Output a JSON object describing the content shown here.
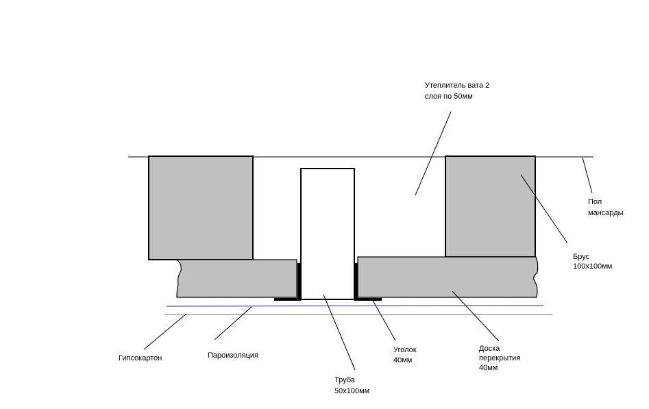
{
  "labels": {
    "insulation": [
      "Утеплитель вата  2",
      "слоя по 50мм"
    ],
    "attic_floor": [
      "Пол",
      "мансарды"
    ],
    "beam": [
      "Брус",
      "100x100мм"
    ],
    "floor_board": [
      "Доска",
      "перекрытия",
      "40мм"
    ],
    "angle": [
      "Уголок",
      "40мм"
    ],
    "pipe": [
      "Труба",
      "50x100мм"
    ],
    "vapor_barrier": [
      "Пароизоляция"
    ],
    "drywall": [
      "Гипсокартон"
    ]
  },
  "colors": {
    "material": "#c0c0c0",
    "vapor_barrier_line": "#3a1fa0",
    "drywall_line": "#b8b8b8"
  }
}
